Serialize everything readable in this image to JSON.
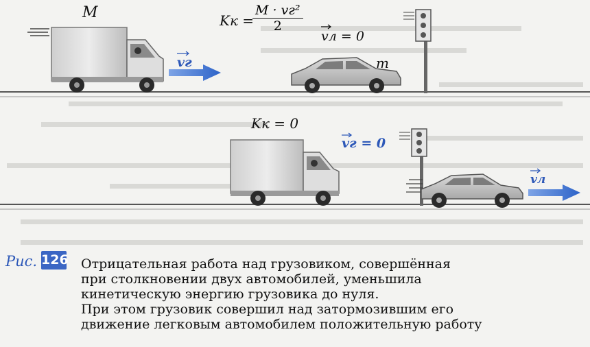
{
  "labels": {
    "truck_mass": "M",
    "car_mass": "m",
    "kinetic_lhs": "Kк =",
    "formula_numerator": "M · vг²",
    "formula_denominator": "2",
    "car_velocity_top": "vл = 0",
    "truck_velocity_top": "vг",
    "kinetic_zero": "Kк = 0",
    "truck_velocity_bottom": "vг = 0",
    "car_velocity_bottom": "vл"
  },
  "caption": {
    "prefix": "Рис.",
    "number": "126",
    "lines": [
      "Отрицательная работа над грузовиком, совершённая",
      "при столкновении двух автомобилей, уменьшила",
      "кинетическую энергию грузовика до нуля.",
      "При этом грузовик совершил над затормозившим его",
      "движение легковым автомобилем положительную работу"
    ]
  },
  "colors": {
    "accent_blue": "#2d58b8",
    "badge_blue": "#3b66c4",
    "paper": "#f3f3f1"
  }
}
